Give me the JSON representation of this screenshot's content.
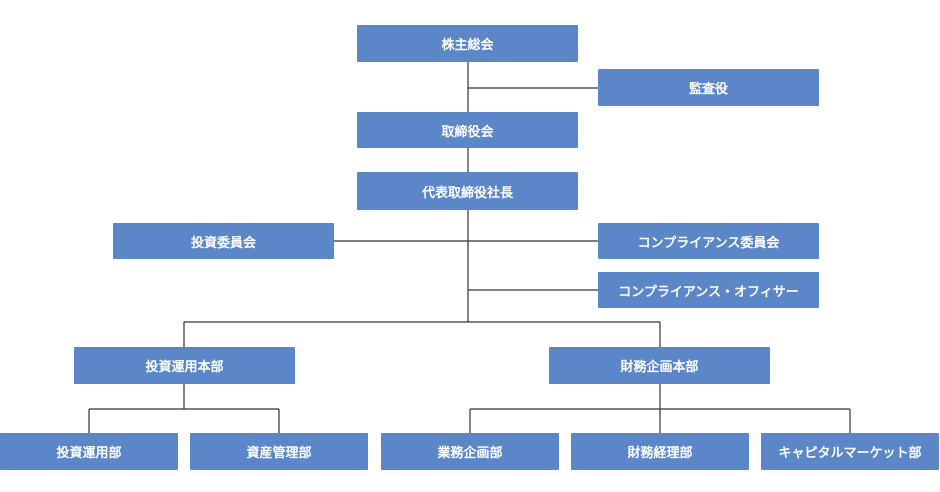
{
  "colors": {
    "box": "#5b87c9",
    "text": "#ffffff",
    "line": "#333333"
  },
  "nodes": {
    "shareholders": "株主総会",
    "auditor": "監査役",
    "board": "取締役会",
    "president": "代表取締役社長",
    "investment_committee": "投資委員会",
    "compliance_committee": "コンプライアンス委員会",
    "compliance_officer": "コンプライアンス・オフィサー",
    "investment_hq": "投資運用本部",
    "finance_hq": "財務企画本部",
    "investment_dept": "投資運用部",
    "asset_mgmt_dept": "資産管理部",
    "business_planning_dept": "業務企画部",
    "finance_accounting_dept": "財務経理部",
    "capital_markets_dept": "キャピタルマーケット部"
  }
}
